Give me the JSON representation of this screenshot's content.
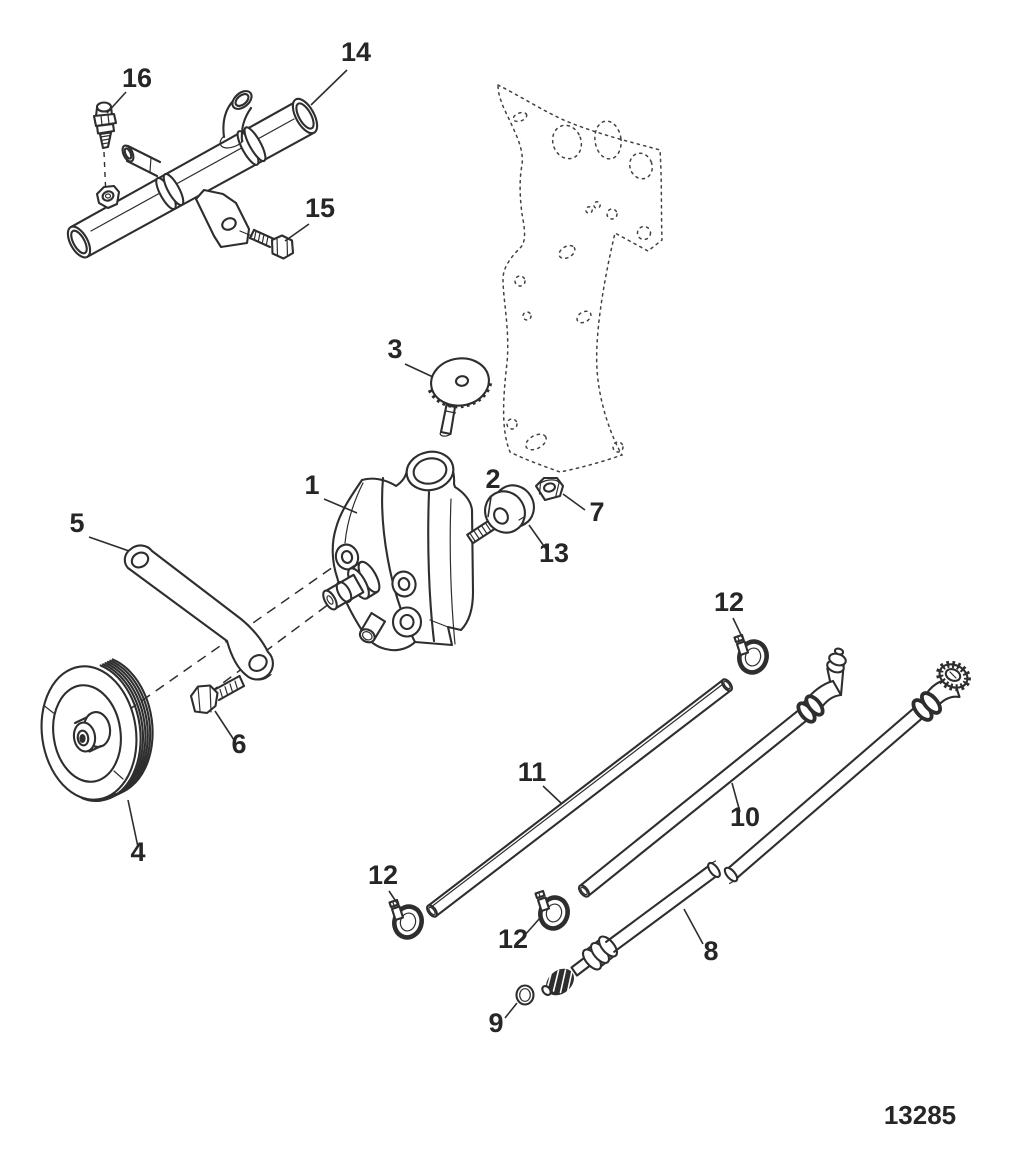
{
  "figure": {
    "drawing_number": "13285",
    "background_color": "#ffffff",
    "line_color": "#2e2e2e",
    "label_color": "#262626"
  },
  "callouts": {
    "c1": {
      "label": "1"
    },
    "c2": {
      "label": "2"
    },
    "c3": {
      "label": "3"
    },
    "c4": {
      "label": "4"
    },
    "c5": {
      "label": "5"
    },
    "c6": {
      "label": "6"
    },
    "c7": {
      "label": "7"
    },
    "c8": {
      "label": "8"
    },
    "c9": {
      "label": "9"
    },
    "c10": {
      "label": "10"
    },
    "c11": {
      "label": "11"
    },
    "c12": {
      "label": "12"
    },
    "c13": {
      "label": "13"
    },
    "c14": {
      "label": "14"
    },
    "c15": {
      "label": "15"
    },
    "c16": {
      "label": "16"
    }
  }
}
